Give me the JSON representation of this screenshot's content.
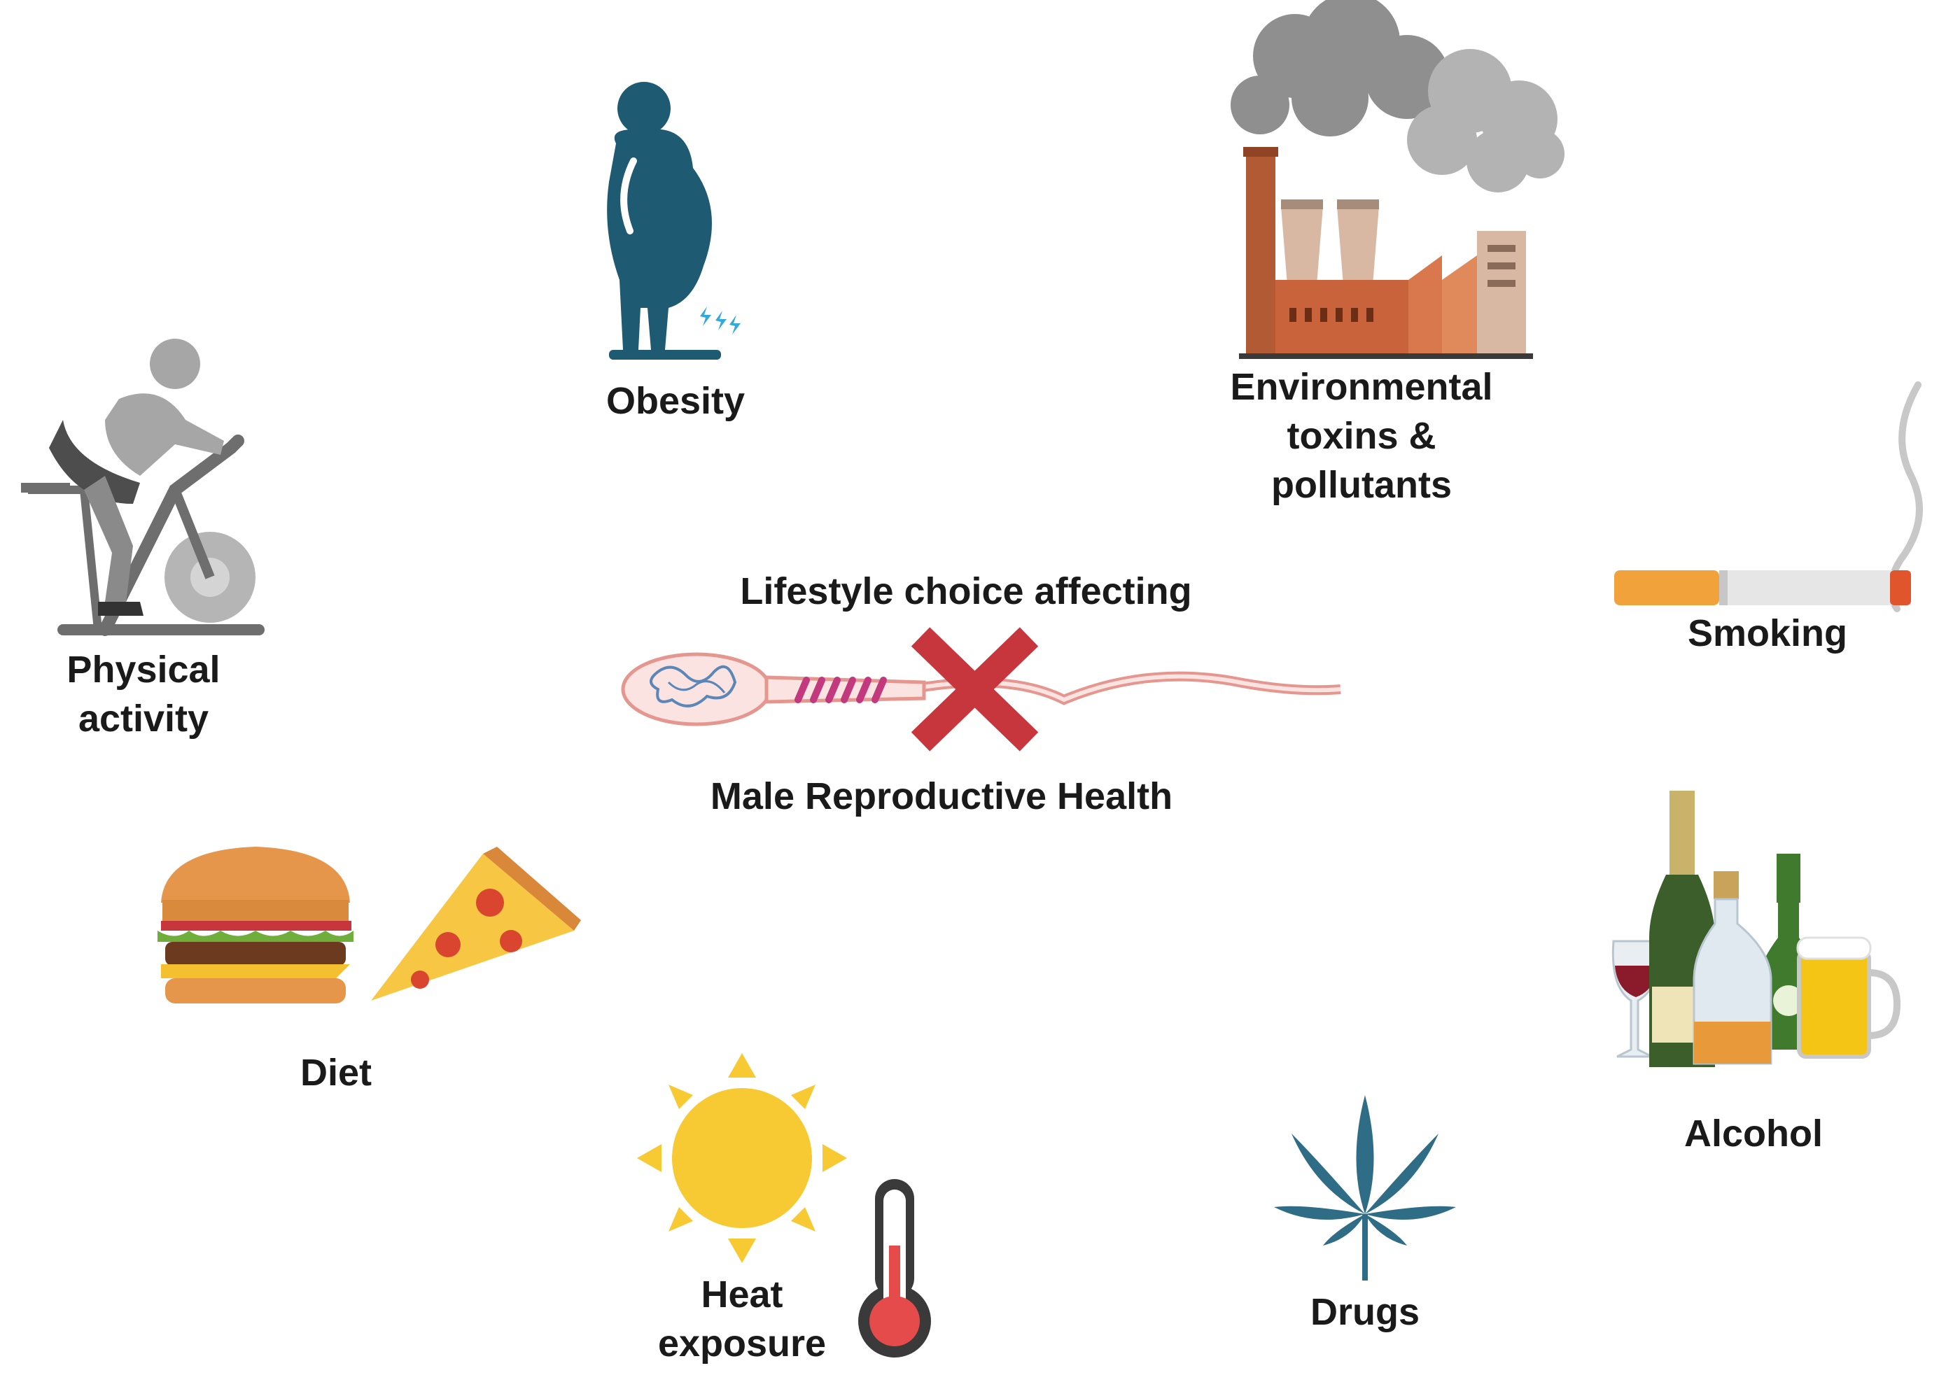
{
  "center": {
    "title_top": "Lifestyle choice affecting",
    "title_bottom": "Male Reproductive Health"
  },
  "factors": {
    "obesity": {
      "lines": [
        "Obesity"
      ]
    },
    "environment": {
      "lines": [
        "Environmental",
        "toxins &",
        "pollutants"
      ]
    },
    "physical_activity": {
      "lines": [
        "Physical",
        "activity"
      ]
    },
    "smoking": {
      "lines": [
        "Smoking"
      ]
    },
    "diet": {
      "lines": [
        "Diet"
      ]
    },
    "alcohol": {
      "lines": [
        "Alcohol"
      ]
    },
    "heat": {
      "lines": [
        "Heat",
        "exposure"
      ]
    },
    "drugs": {
      "lines": [
        "Drugs"
      ]
    }
  },
  "colors": {
    "label_text": "#1a1a1a",
    "obesity_figure": "#1f5a73",
    "cross": "#c8363d",
    "sperm_outline": "#e5968f",
    "sperm_fill": "#fbe3e1",
    "sperm_midpiece": "#c2397e",
    "dna_strands": "#5b86b8",
    "sun": "#f7c933",
    "thermometer_red": "#e64b4b",
    "cannabis_leaf": "#2f6d87",
    "factory_brick": "#c8633b",
    "factory_tower": "#d9b8a3",
    "smoke": "#8f8f8f",
    "cigarette_filter": "#f2a23a",
    "cigarette_paper": "#e6e6e6",
    "cigarette_ember": "#e0552b",
    "wine": "#8b1a2b",
    "bottle_green": "#3f7a2d",
    "beer": "#f5c516",
    "bike_grey": "#6e6e6e"
  },
  "icons": [
    "obesity-person-on-scale-icon",
    "factory-pollution-icon",
    "exercise-bike-rider-icon",
    "cigarette-icon",
    "hamburger-icon",
    "pizza-slice-icon",
    "alcohol-bottles-icon",
    "sun-icon",
    "thermometer-icon",
    "cannabis-leaf-icon",
    "sperm-cell-icon",
    "red-x-cross-icon"
  ]
}
